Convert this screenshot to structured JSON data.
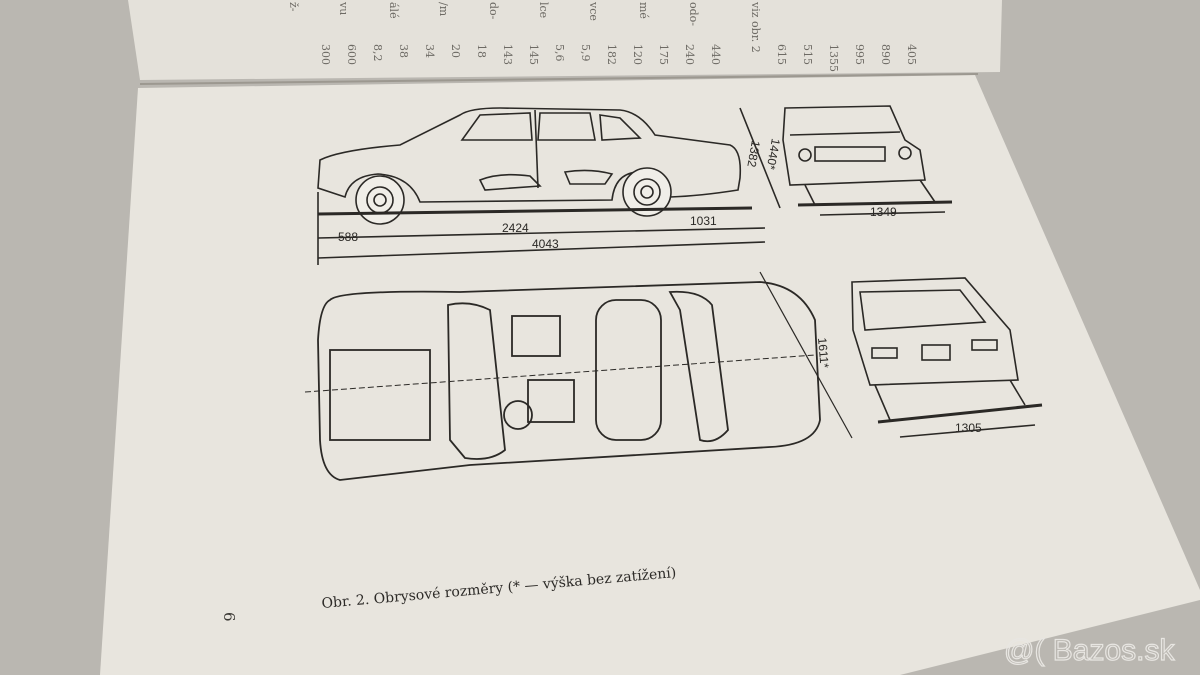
{
  "upper_page": {
    "column_fragments": [
      "ž-",
      "vu",
      "álé",
      "/m",
      "do-",
      "lce",
      "vce",
      "mé",
      "odo-",
      "viz obr. 2"
    ],
    "values": [
      "300",
      "600",
      "8,2",
      "38",
      "34",
      "20",
      "18",
      "143",
      "145",
      "5,6",
      "5,9",
      "182",
      "120",
      "175",
      "240",
      "440",
      "615",
      "515",
      "1355",
      "995",
      "890",
      "405"
    ]
  },
  "figure": {
    "side_view": {
      "front_overhang": "588",
      "wheelbase": "2424",
      "rear_overhang": "1031",
      "overall_length": "4043",
      "height_loaded": "1382",
      "height_unloaded": "1440*"
    },
    "front_view": {
      "track_front": "1349"
    },
    "top_view": {
      "width": "1611*"
    },
    "rear_view": {
      "track_rear": "1305"
    },
    "caption": "Obr. 2. Obrysové rozměry (* — výška bez zatížení)"
  },
  "page_number": "6",
  "watermark": "@( Bazos.sk",
  "colors": {
    "paper": "#e8e5de",
    "ink": "#2b2926",
    "background": "#bab7b1"
  }
}
